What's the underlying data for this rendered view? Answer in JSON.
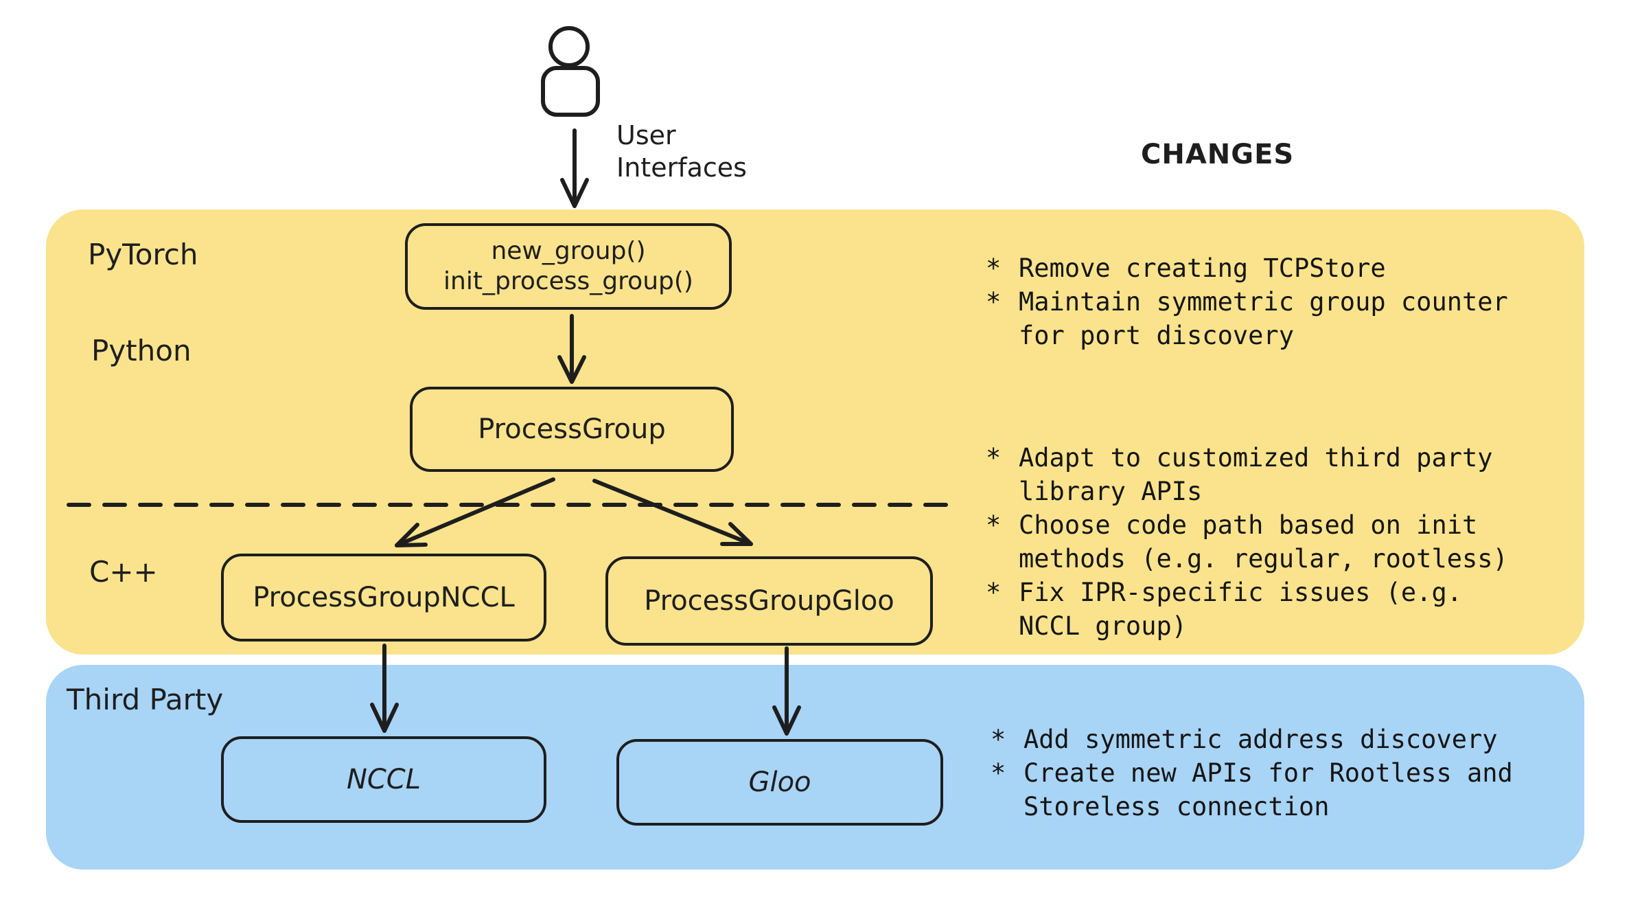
{
  "title": {
    "changes": "CHANGES"
  },
  "user_flow": {
    "label": "User\nInterfaces"
  },
  "layers": {
    "pytorch": "PyTorch",
    "python": "Python",
    "cpp": "C++",
    "third_party": "Third Party"
  },
  "nodes": {
    "api_box": "new_group()\ninit_process_group()",
    "process_group": "ProcessGroup",
    "process_group_nccl": "ProcessGroupNCCL",
    "process_group_gloo": "ProcessGroupGloo",
    "nccl": "NCCL",
    "gloo": "Gloo"
  },
  "bullet_char": "*",
  "changes": {
    "pytorch_python": [
      "Remove creating TCPStore",
      "Maintain symmetric group counter\nfor port discovery"
    ],
    "cpp": [
      "Adapt to customized third party\nlibrary APIs",
      "Choose code path based on init\nmethods (e.g. regular, rootless)",
      "Fix IPR-specific issues (e.g.\nNCCL group)"
    ],
    "third_party": [
      "Add symmetric address discovery",
      "Create new APIs for Rootless and\nStoreless connection"
    ]
  },
  "colors": {
    "python_layer_background": "#FAE38C",
    "third_party_layer_background": "#A8D4F6",
    "stroke": "#1e1e1e"
  }
}
